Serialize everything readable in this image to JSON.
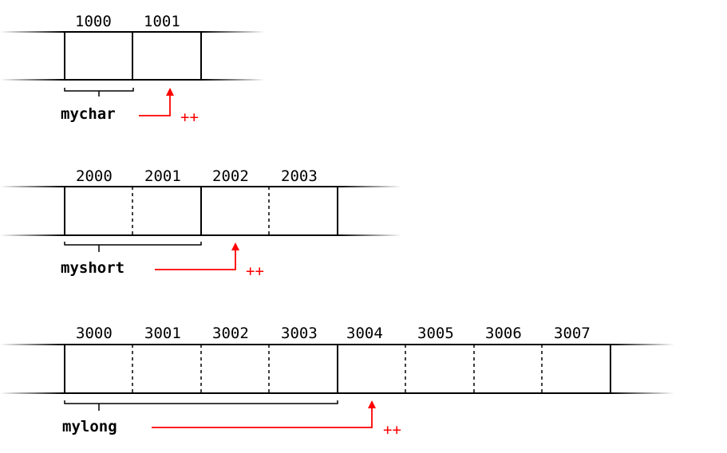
{
  "rows": [
    {
      "variable": "mychar",
      "addresses": [
        "1000",
        "1001"
      ],
      "increment": "++"
    },
    {
      "variable": "myshort",
      "addresses": [
        "2000",
        "2001",
        "2002",
        "2003"
      ],
      "increment": "++"
    },
    {
      "variable": "mylong",
      "addresses": [
        "3000",
        "3001",
        "3002",
        "3003",
        "3004",
        "3005",
        "3006",
        "3007"
      ],
      "increment": "++"
    }
  ],
  "colors": {
    "arrow": "#ff0000",
    "lines": "#000000"
  }
}
